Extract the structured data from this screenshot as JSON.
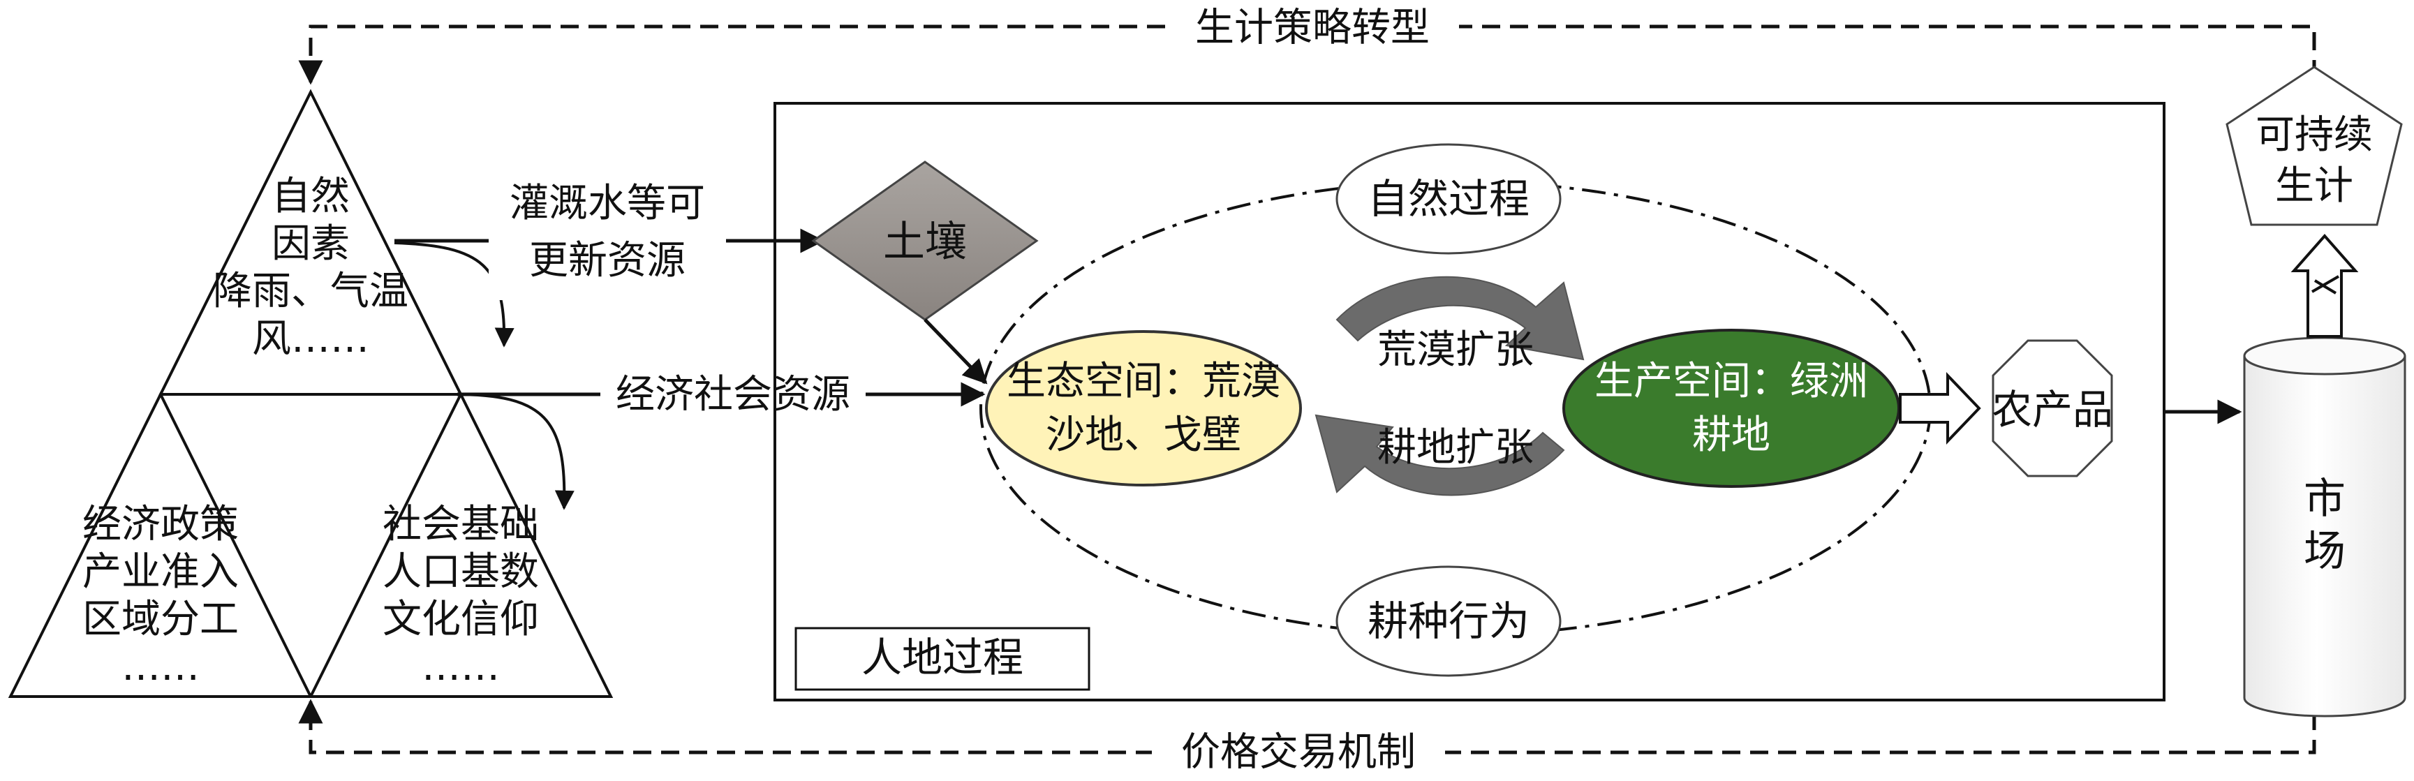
{
  "top_loop_label": "生计策略转型",
  "bottom_loop_label": "价格交易机制",
  "pyramid": {
    "natural": [
      "自然",
      "因素",
      "降雨、气温",
      "风……"
    ],
    "economic": [
      "经济政策",
      "产业准入",
      "区域分工",
      "……"
    ],
    "social": [
      "社会基础",
      "人口基数",
      "文化信仰",
      "……"
    ]
  },
  "irrigation_label": [
    "灌溉水等可",
    "更新资源"
  ],
  "econ_social_resources_label": "经济社会资源",
  "soil_label": "土壤",
  "natural_process_label": "自然过程",
  "ecological_space_label": [
    "生态空间：荒漠",
    "沙地、戈壁"
  ],
  "production_space_label": [
    "生产空间：绿洲",
    "耕地"
  ],
  "desert_expansion_label": "荒漠扩张",
  "farmland_expansion_label": "耕地扩张",
  "farming_behavior_label": "耕种行为",
  "human_land_label": "人地过程",
  "agri_products_label": "农产品",
  "market_label": [
    "市",
    "场"
  ],
  "sustainable_label": [
    "可持续",
    "生计"
  ],
  "colors": {
    "ecological_fill": "#fff3b8",
    "production_fill": "#3a7b2c",
    "soil_fill": "#9a9490",
    "curved_arrow_fill": "#6b6b6b",
    "line": "#111111"
  }
}
